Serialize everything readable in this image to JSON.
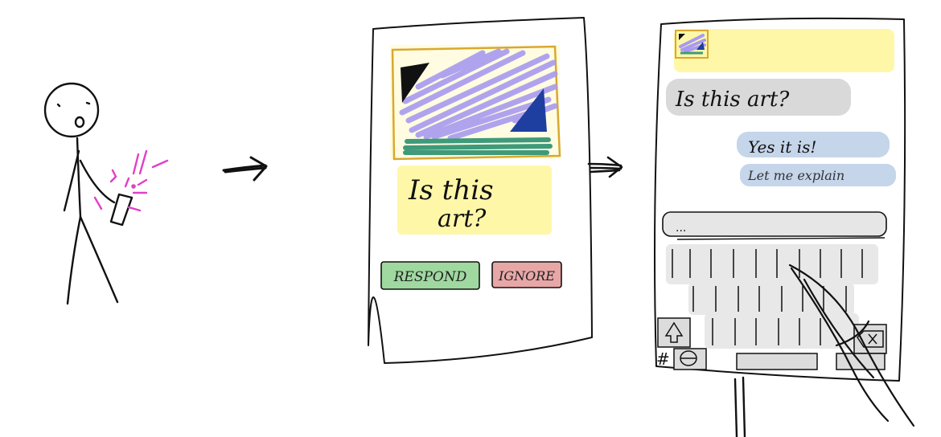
{
  "colors": {
    "ink": "#111111",
    "notify": "#e040c8",
    "highlight_yellow": "#fff7a8",
    "frame_gold": "#d9a830",
    "art_purple": "#a89af0",
    "art_blue": "#1f3fa0",
    "art_green": "#3e9a7a",
    "respond_green": "#9fd9a0",
    "ignore_red": "#e8a7a7",
    "bubble_gray": "#d9d9d9",
    "bubble_blue": "#c5d5ea"
  },
  "notification_screen": {
    "question": [
      "Is this",
      "art?"
    ],
    "respond_label": "RESPOND",
    "ignore_label": "IGNORE"
  },
  "chat_screen": {
    "incoming_message": "Is this art?",
    "reply_line_1": "Yes it is!",
    "reply_line_2": "Let me explain",
    "input_value": "...",
    "key_symbol": "#"
  }
}
